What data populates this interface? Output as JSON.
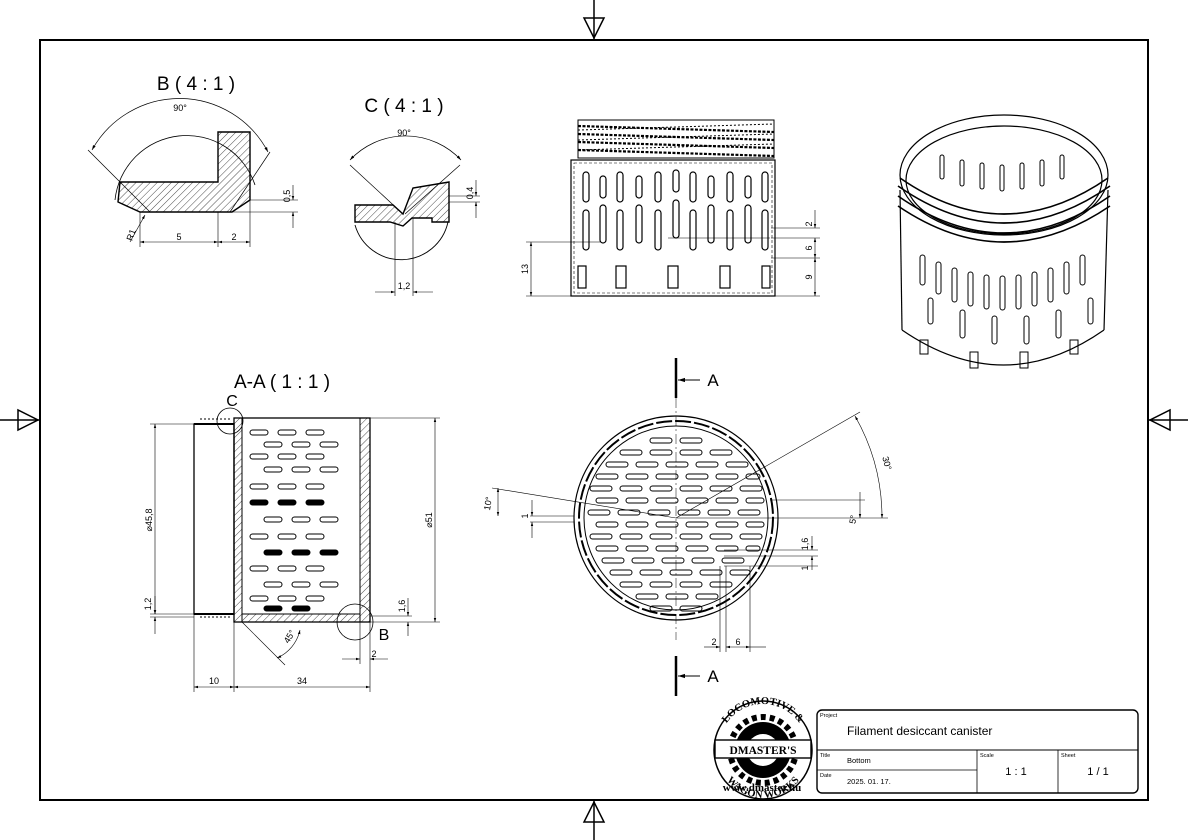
{
  "views": {
    "detail_b_title": "B ( 4 : 1 )",
    "detail_c_title": "C ( 4 : 1 )",
    "section_aa_title": "A-A ( 1 : 1 )",
    "section_marker": "A",
    "callout_b": "B",
    "callout_c": "C"
  },
  "dimensions": {
    "detail_b": {
      "angle": "90°",
      "radius": "R1",
      "width_5": "5",
      "width_2": "2",
      "height_05": "0,5"
    },
    "detail_c": {
      "angle": "90°",
      "width_12": "1,2",
      "height_04": "0,4"
    },
    "front": {
      "h2": "2",
      "h6": "6",
      "h9": "9",
      "h13": "13"
    },
    "section": {
      "dia_458": "⌀45,8",
      "dia_51": "⌀51",
      "len_10": "10",
      "len_34": "34",
      "h12": "1,2",
      "h16": "1,6",
      "angle_45": "45°",
      "w2": "2"
    },
    "bottom": {
      "angle_10": "10°",
      "angle_30": "30°",
      "angle_5": "5°",
      "w1": "1",
      "h16": "1,6",
      "h1": "1",
      "w2": "2",
      "w6": "6"
    }
  },
  "logo": {
    "top_text": "LOCOMOTIVE &",
    "center_text": "DMASTER'S",
    "bottom_text": "WAGON WORKS",
    "url": "www.dmaster.hu"
  },
  "title_block": {
    "project_label": "Project",
    "project_value": "Filament desiccant canister",
    "title_label": "Title",
    "title_value": "Bottom",
    "date_label": "Date",
    "date_value": "2025. 01. 17.",
    "scale_label": "Scale",
    "scale_value": "1 : 1",
    "sheet_label": "Sheet",
    "sheet_value": "1 / 1"
  }
}
